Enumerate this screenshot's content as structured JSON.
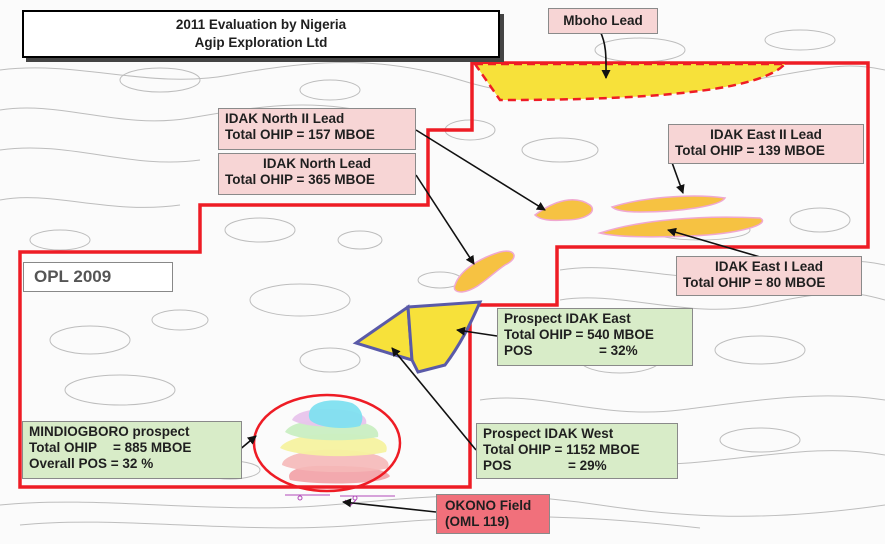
{
  "title": {
    "line1": "2011 Evaluation by Nigeria",
    "line2": "Agip Exploration Ltd"
  },
  "block_label": "OPL 2009",
  "leads": {
    "mboho": {
      "name": "Mboho Lead"
    },
    "idak_north_2": {
      "name": "IDAK North II Lead",
      "ohip": "Total OHIP =  157 MBOE"
    },
    "idak_north": {
      "name": "IDAK North Lead",
      "ohip": "Total OHIP = 365 MBOE"
    },
    "idak_east_2": {
      "name": "IDAK East II Lead",
      "ohip": "Total OHIP = 139 MBOE"
    },
    "idak_east_1": {
      "name": "IDAK East I Lead",
      "ohip": "Total OHIP = 80 MBOE"
    }
  },
  "prospects": {
    "idak_east": {
      "name": "Prospect IDAK East",
      "ohip": "Total OHIP  = 540 MBOE",
      "pos_label": "POS",
      "pos_value": "= 32%"
    },
    "idak_west": {
      "name": "Prospect IDAK West",
      "ohip": "Total OHIP = 1152 MBOE",
      "pos_label": "POS",
      "pos_value": "= 29%"
    },
    "mindiogboro": {
      "name": "MINDIOGBORO prospect",
      "ohip_label": "Total OHIP",
      "ohip_value": "=    885 MBOE",
      "pos": "Overall  POS = 32 %"
    }
  },
  "field": {
    "okono": {
      "name": "OKONO Field",
      "licence": "(OML 119)"
    }
  },
  "colors": {
    "block_outline": "#ee1c25",
    "lead_fill": "#f7e13a",
    "lead_fill_orange": "#f6c242",
    "prospect_outline": "#5a5aa8",
    "arrow": "#111111",
    "contour": "#bdbdbd"
  }
}
